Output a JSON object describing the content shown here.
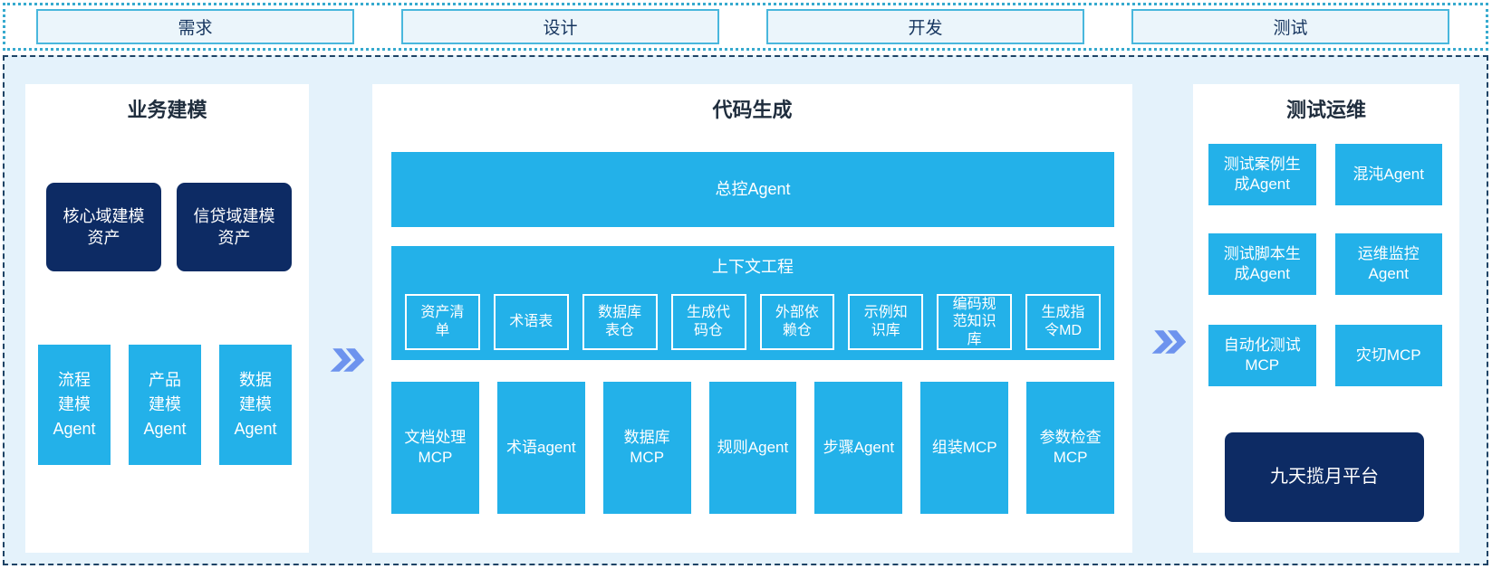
{
  "header": {
    "phases": [
      "需求",
      "设计",
      "开发",
      "测试"
    ]
  },
  "left": {
    "title": "业务建模",
    "assets": [
      "核心域建模\n资产",
      "信贷域建模\n资产"
    ],
    "agents": [
      "流程\n建模\nAgent",
      "产品\n建模\nAgent",
      "数据\n建模\nAgent"
    ]
  },
  "center": {
    "title": "代码生成",
    "master_agent": "总控Agent",
    "context_engineering": {
      "title": "上下文工程",
      "items": [
        "资产清\n单",
        "术语表",
        "数据库\n表仓",
        "生成代\n码仓",
        "外部依\n赖仓",
        "示例知\n识库",
        "编码规\n范知识\n库",
        "生成指\n令MD"
      ]
    },
    "tools": [
      "文档处理\nMCP",
      "术语agent",
      "数据库\nMCP",
      "规则Agent",
      "步骤Agent",
      "组装MCP",
      "参数检查\nMCP"
    ]
  },
  "right": {
    "title": "测试运维",
    "boxes": [
      "测试案例生\n成Agent",
      "混沌Agent",
      "测试脚本生\n成Agent",
      "运维监控\nAgent",
      "自动化测试\nMCP",
      "灾切MCP"
    ],
    "platform": "九天揽月平台"
  },
  "colors": {
    "accent_cyan": "#23B1E9",
    "dark_navy": "#0D2B64",
    "canvas_bg": "#E4F2FB",
    "panel_bg": "#FFFFFF",
    "phase_box_bg": "#EBF5FB",
    "phase_box_border": "#49B7DD",
    "dotted_border": "#36AACE",
    "dashed_border": "#1D4365",
    "chevron_blue": "#6D93EE",
    "title_text": "#1F2D3D"
  }
}
